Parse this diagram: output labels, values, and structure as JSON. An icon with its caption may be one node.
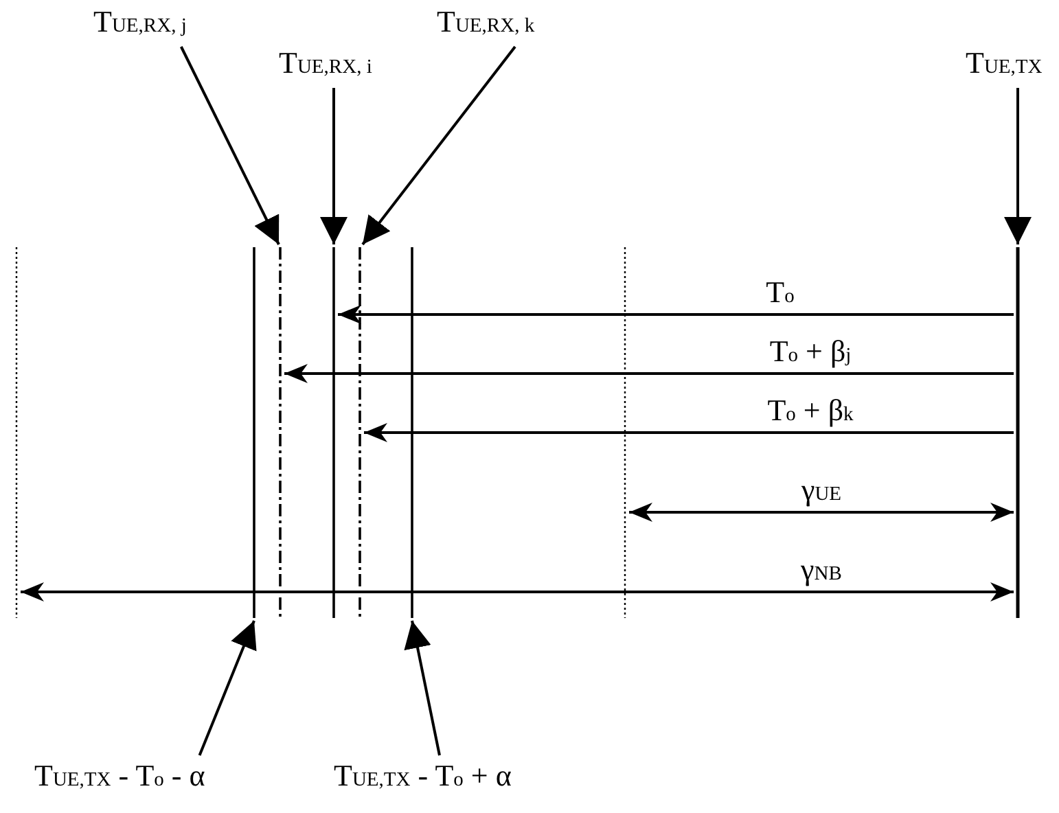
{
  "diagram": {
    "nodes": [
      {
        "text": [
          "T$_{UE,RX, j}$"
        ]
      },
      {
        "text": [
          "T$_{UE,RX, k}$"
        ]
      },
      {
        "text": [
          "T$_{UE,RX, i}$"
        ]
      },
      {
        "text": [
          "T$_{UE,TX}$"
        ]
      },
      {
        "text": [],
        "shape": "line"
      },
      {
        "text": [],
        "shape": "line"
      },
      {
        "text": [],
        "shape": "line"
      },
      {
        "text": [],
        "shape": "line"
      },
      {
        "text": [],
        "shape": "line"
      },
      {
        "text": [],
        "shape": "line"
      },
      {
        "text": [],
        "shape": "line"
      },
      {
        "text": [],
        "shape": "line"
      },
      {
        "text": [
          "T$_{UE,TX}$ - T$_{o}$ - α"
        ]
      },
      {
        "text": [
          "T$_{UE,TX}$ - T$_{o}$ + α"
        ]
      }
    ],
    "edges": [
      {
        "from": 0,
        "to": 6,
        "arrow": "to"
      },
      {
        "from": 1,
        "to": 8,
        "arrow": "to"
      },
      {
        "from": 2,
        "to": 7,
        "arrow": "to"
      },
      {
        "from": 3,
        "to": 11,
        "arrow": "to"
      },
      {
        "from": 12,
        "to": 5,
        "arrow": "to"
      },
      {
        "from": 13,
        "to": 9,
        "arrow": "to"
      },
      {
        "from": 11,
        "to": 7,
        "arrow": "to",
        "label": "T$_{o}$"
      },
      {
        "from": 11,
        "to": 6,
        "arrow": "to",
        "label": "T$_{o}$ + β$_{j}$"
      },
      {
        "from": 11,
        "to": 8,
        "arrow": "to",
        "label": "T$_{o}$ + β$_{k}$"
      },
      {
        "from": 10,
        "to": 11,
        "arrow": "both",
        "label": "γ$_{UE}$"
      },
      {
        "from": 4,
        "to": 11,
        "arrow": "both",
        "label": "γ$_{NB}$"
      }
    ]
  }
}
